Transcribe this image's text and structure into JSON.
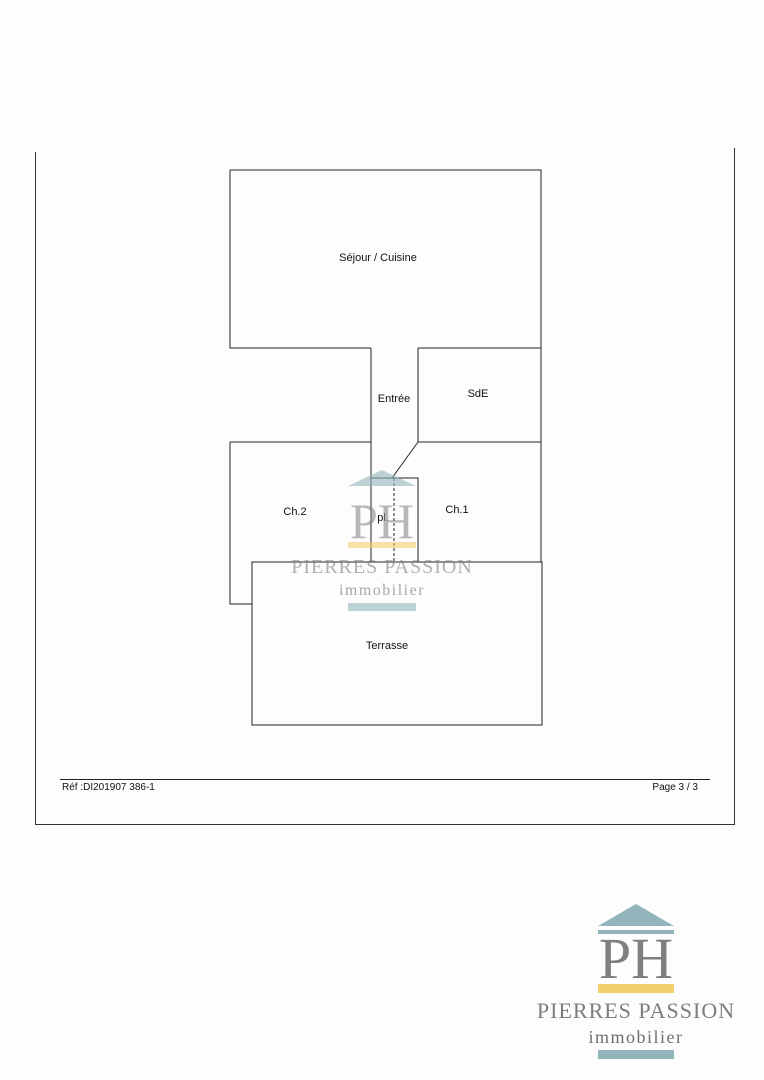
{
  "plan": {
    "rooms": {
      "sejour": "Séjour / Cuisine",
      "entree": "Entrée",
      "sde": "SdE",
      "ch2": "Ch.2",
      "pl": "pl.",
      "ch1": "Ch.1",
      "terrasse": "Terrasse"
    }
  },
  "footer": {
    "ref": "Réf :DI201907 386-1",
    "page": "Page 3 / 3"
  },
  "watermark": {
    "brand": "PIERRES PASSION",
    "sub": "immobilier"
  },
  "logo": {
    "brand": "PIERRES PASSION",
    "sub": "immobilier",
    "colors": {
      "roof": "#93b4bb",
      "letters": "#7f7f7f",
      "bar": "#f2cf6e",
      "accent": "#93b4bb"
    }
  }
}
